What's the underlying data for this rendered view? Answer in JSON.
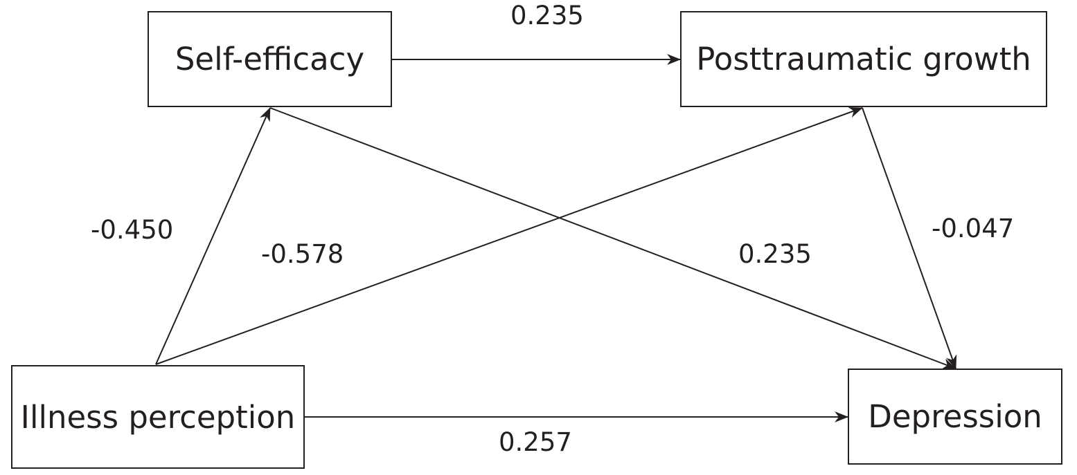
{
  "nodes": {
    "self_efficacy": "Self-efficacy",
    "posttraumatic_growth": "Posttraumatic growth",
    "illness_perception": "Illness perception",
    "depression": "Depression"
  },
  "paths": [
    {
      "from": "Illness perception",
      "to": "Self-efficacy",
      "coefficient": "-0.450"
    },
    {
      "from": "Illness perception",
      "to": "Posttraumatic growth",
      "coefficient": "-0.578"
    },
    {
      "from": "Self-efficacy",
      "to": "Posttraumatic growth",
      "coefficient": "0.235"
    },
    {
      "from": "Self-efficacy",
      "to": "Depression",
      "coefficient": "0.235"
    },
    {
      "from": "Posttraumatic growth",
      "to": "Depression",
      "coefficient": "-0.047"
    },
    {
      "from": "Illness perception",
      "to": "Depression",
      "coefficient": "0.257"
    }
  ],
  "colors": {
    "stroke": "#231f20",
    "background": "#ffffff"
  }
}
